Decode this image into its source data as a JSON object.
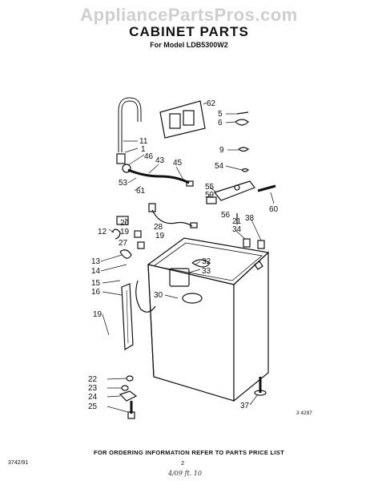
{
  "watermark": "AppliancePartsPros.com",
  "header": {
    "title": "CABINET PARTS",
    "model": "For Model  LDB5300W2"
  },
  "diagram": {
    "callouts": [
      "62",
      "5",
      "6",
      "11",
      "1",
      "46",
      "43",
      "45",
      "9",
      "54",
      "53",
      "55",
      "59",
      "60",
      "61",
      "26",
      "28",
      "19",
      "21",
      "38",
      "34",
      "12",
      "19",
      "27",
      "56",
      "13",
      "14",
      "32",
      "33",
      "15",
      "16",
      "30",
      "19",
      "22",
      "23",
      "24",
      "25",
      "37"
    ]
  },
  "footer": {
    "ordering_note": "FOR ORDERING INFORMATION REFER TO PARTS PRICE LIST",
    "code": "3742/91",
    "page_number": "2",
    "ref": "3 4297",
    "handwritten": "4/09 ft. 10"
  }
}
